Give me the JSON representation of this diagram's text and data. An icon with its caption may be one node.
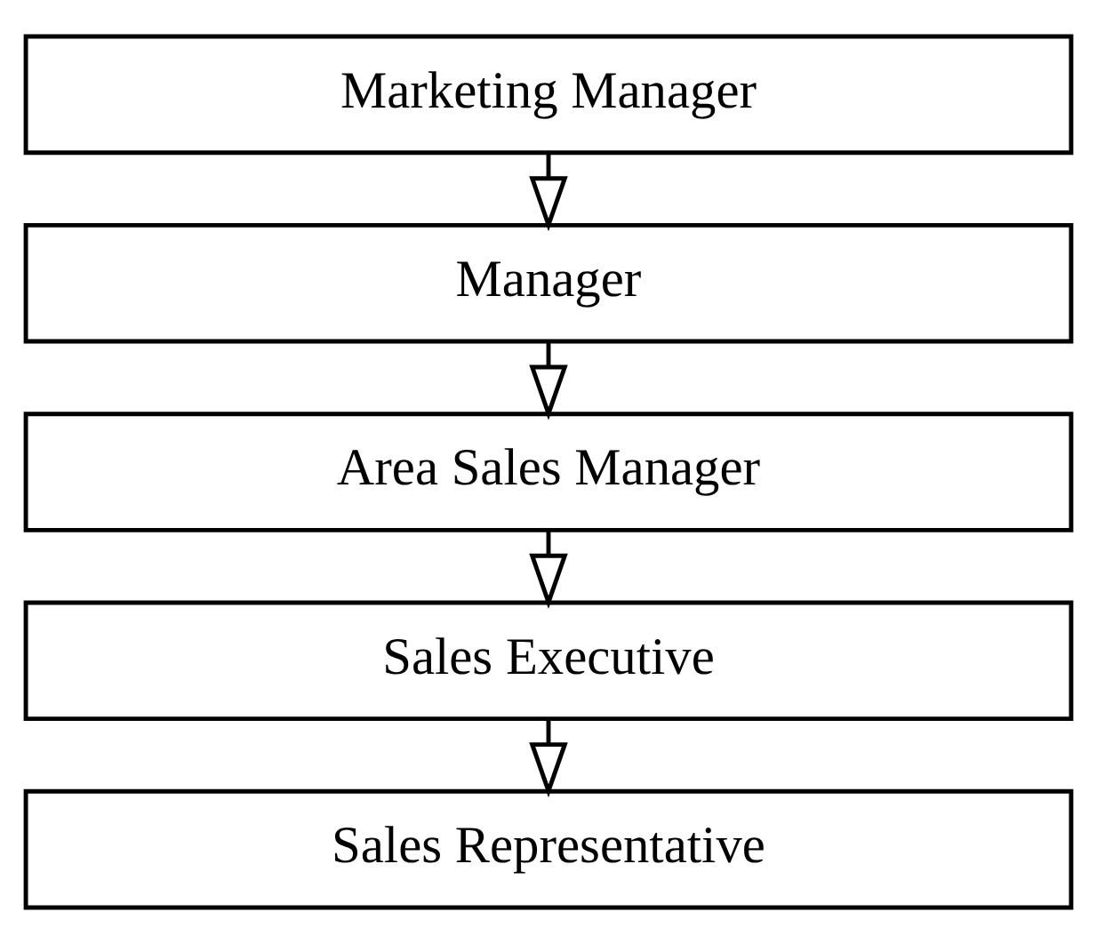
{
  "diagram": {
    "nodes": [
      {
        "text": [
          "Marketing Manager"
        ]
      },
      {
        "text": [
          "Manager"
        ]
      },
      {
        "text": [
          "Area Sales Manager"
        ]
      },
      {
        "text": [
          "Sales Executive"
        ]
      },
      {
        "text": [
          "Sales Representative"
        ]
      }
    ],
    "edges": [
      {
        "from": 0,
        "to": 1,
        "arrow": "to"
      },
      {
        "from": 1,
        "to": 2,
        "arrow": "to"
      },
      {
        "from": 2,
        "to": 3,
        "arrow": "to"
      },
      {
        "from": 3,
        "to": 4,
        "arrow": "to"
      }
    ]
  }
}
